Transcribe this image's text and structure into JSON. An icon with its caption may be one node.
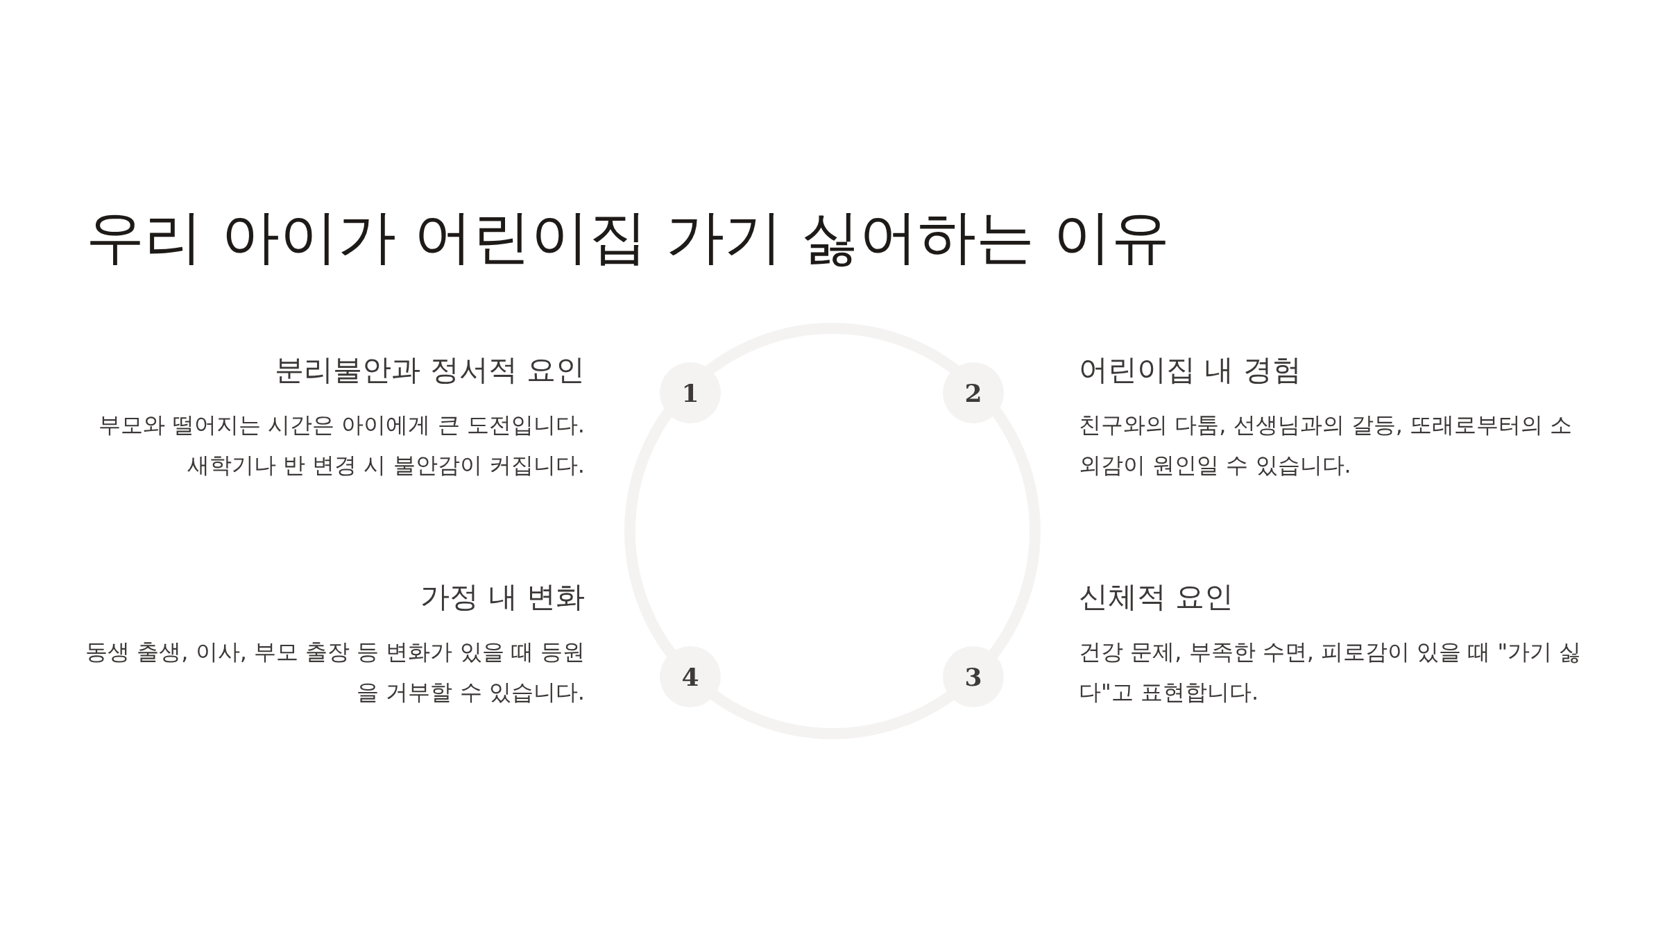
{
  "diagram": {
    "title": "우리 아이가 어린이집 가기 싫어하는 이유",
    "nodes": [
      {
        "text": [
          "1"
        ],
        "beside": [
          "분리불안과 정서적 요인",
          "부모와 떨어지는 시간은 아이에게 큰 도전입니다. 새학기나 반 변경 시 불안감이 커집니다."
        ]
      },
      {
        "text": [
          "2"
        ],
        "beside": [
          "어린이집 내 경험",
          "친구와의 다툼, 선생님과의 갈등, 또래로부터의 소외감이 원인일 수 있습니다."
        ]
      },
      {
        "text": [
          "3"
        ],
        "beside": [
          "신체적 요인",
          "건강 문제, 부족한 수면, 피로감이 있을 때 \"가기 싫다\"고 표현합니다."
        ]
      },
      {
        "text": [
          "4"
        ],
        "beside": [
          "가정 내 변화",
          "동생 출생, 이사, 부모 출장 등 변화가 있을 때 등원을 거부할 수 있습니다."
        ]
      }
    ]
  }
}
